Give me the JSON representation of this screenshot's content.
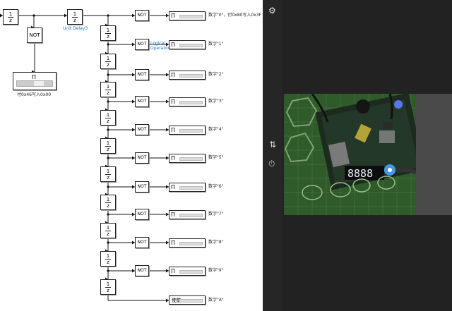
{
  "top_unit_delay": {
    "num": "1",
    "den": "z"
  },
  "unit_delay3": {
    "num": "1",
    "den": "z",
    "label": "Unit Delay3"
  },
  "top_not": {
    "label": "NOT"
  },
  "big_display": {
    "symbol": "Π",
    "label": "付0x46写入0x00"
  },
  "chain_delay": {
    "num": "1",
    "den": "z"
  },
  "not_label": "NOT",
  "display_symbol": "Π",
  "logical_operator_label": "Logical\nOperator",
  "rows": [
    {
      "label": "数字\"0\"，付0x80写入0x3F"
    },
    {
      "label": "数字\"1\""
    },
    {
      "label": "数字\"2\""
    },
    {
      "label": "数字\"3\""
    },
    {
      "label": "数字\"4\""
    },
    {
      "label": "数字\"5\""
    },
    {
      "label": "数字\"6\""
    },
    {
      "label": "数字\"7\""
    },
    {
      "label": "数字\"8\""
    },
    {
      "label": "数字\"9\""
    }
  ],
  "enable_row": {
    "block_text": "使能",
    "label": "数字\"A\""
  },
  "sidebar": {
    "icons": [
      "gear-icon",
      "sort-icon",
      "timer-off-icon"
    ],
    "gear_glyph": "⚙",
    "sort_glyph": "⇅",
    "timer_glyph": "⏱"
  },
  "photo": {
    "digits": "8888"
  },
  "colors": {
    "signal_label": "#1e6fd1",
    "dark_panel": "#222222",
    "board_mat": "#2f5a2a"
  }
}
